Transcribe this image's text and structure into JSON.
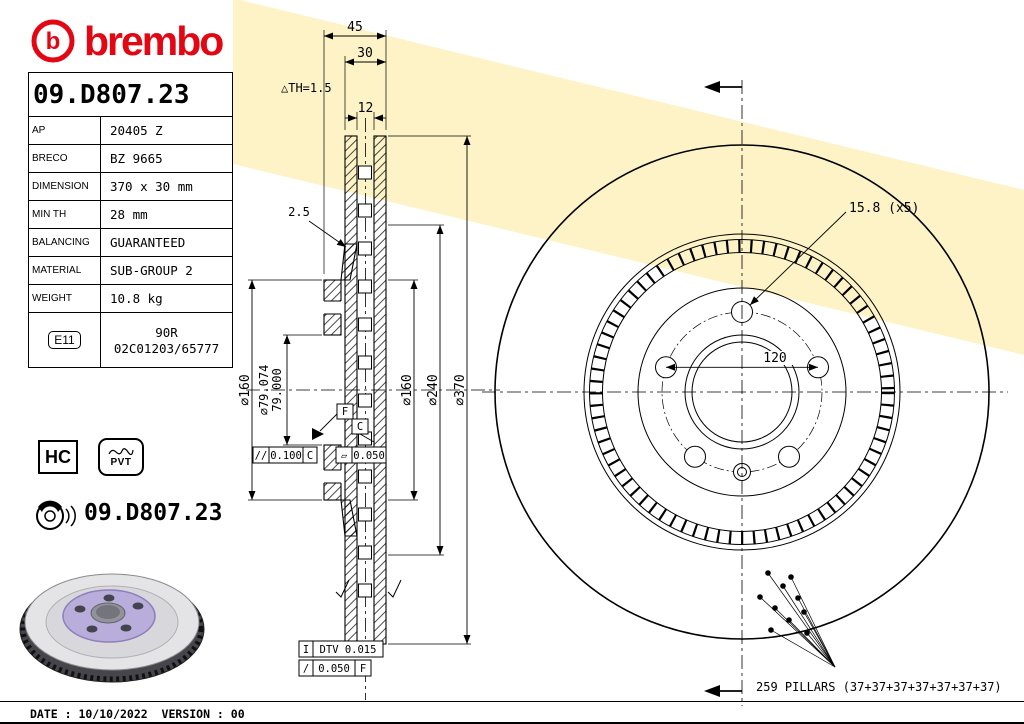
{
  "brand": {
    "symbol": "b",
    "wordmark": "brembo",
    "color": "#e30613"
  },
  "header": {
    "part_number": "09.D807.23"
  },
  "spec_table": {
    "rows": [
      {
        "label": "AP",
        "value": "20405 Z"
      },
      {
        "label": "BRECO",
        "value": "BZ 9665"
      },
      {
        "label": "DIMENSION",
        "value": "370 x 30 mm"
      },
      {
        "label": "MIN TH",
        "value": "28 mm"
      },
      {
        "label": "BALANCING",
        "value": "GUARANTEED"
      },
      {
        "label": "MATERIAL",
        "value": "SUB-GROUP 2"
      },
      {
        "label": "WEIGHT",
        "value": "10.8 kg"
      }
    ],
    "e11": {
      "label": "E11",
      "line1": "90R",
      "line2": "02C01203/65777"
    },
    "badges": {
      "hc": "HC",
      "pvt": "PVT"
    },
    "part_number_repeat": "09.D807.23"
  },
  "section_view": {
    "dim_total_width": "45",
    "dim_ring_width": "30",
    "dim_wear": "△TH=1.5",
    "dim_vent": "12",
    "dim_wall": "2.5",
    "dia_hat": "⌀160",
    "dia_bore_line1": "⌀79.074",
    "dia_bore_line2": "79.000",
    "dia_inner": "⌀160",
    "dia_friction_inner": "⌀240",
    "dia_outer": "⌀370",
    "datum_f": "F",
    "datum_c": "C",
    "tol_parallelism": {
      "symbol": "//",
      "value": "0.100",
      "datum": "C"
    },
    "tol_flatness": {
      "symbol": "▱",
      "value": "0.050"
    },
    "tol_dtv": {
      "symbol": "I",
      "value": "DTV 0.015"
    },
    "tol_runout": {
      "symbol": "/",
      "value": "0.050",
      "datum": "F"
    }
  },
  "front_view": {
    "dim_bolt_holes": "15.8 (x5)",
    "dim_bolt_circle": "120",
    "pillars_note": "259 PILLARS (37+37+37+37+37+37+37)"
  },
  "footer": {
    "date_line": "DATE : 10/10/2022  VERSION : 00"
  },
  "colors": {
    "accent_red": "#e30613",
    "band_yellow": "#fdf3c6",
    "hub_lavender": "#b9addc"
  }
}
